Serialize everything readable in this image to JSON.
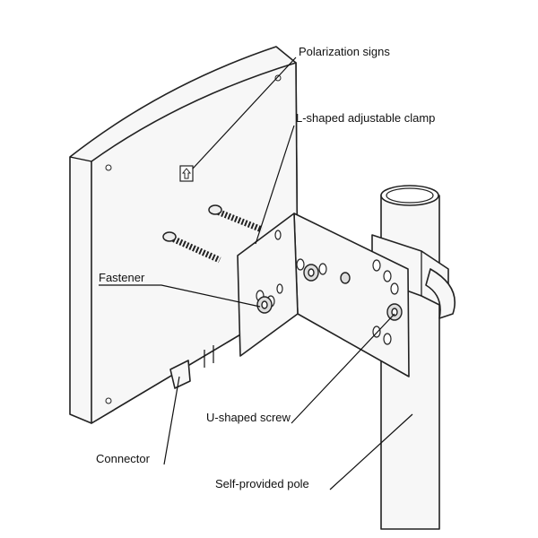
{
  "labels": {
    "polarization": "Polarization signs",
    "clamp": "L-shaped adjustable clamp",
    "fastener": "Fastener",
    "u_screw": "U-shaped screw",
    "connector": "Connector",
    "pole": "Self-provided pole"
  }
}
